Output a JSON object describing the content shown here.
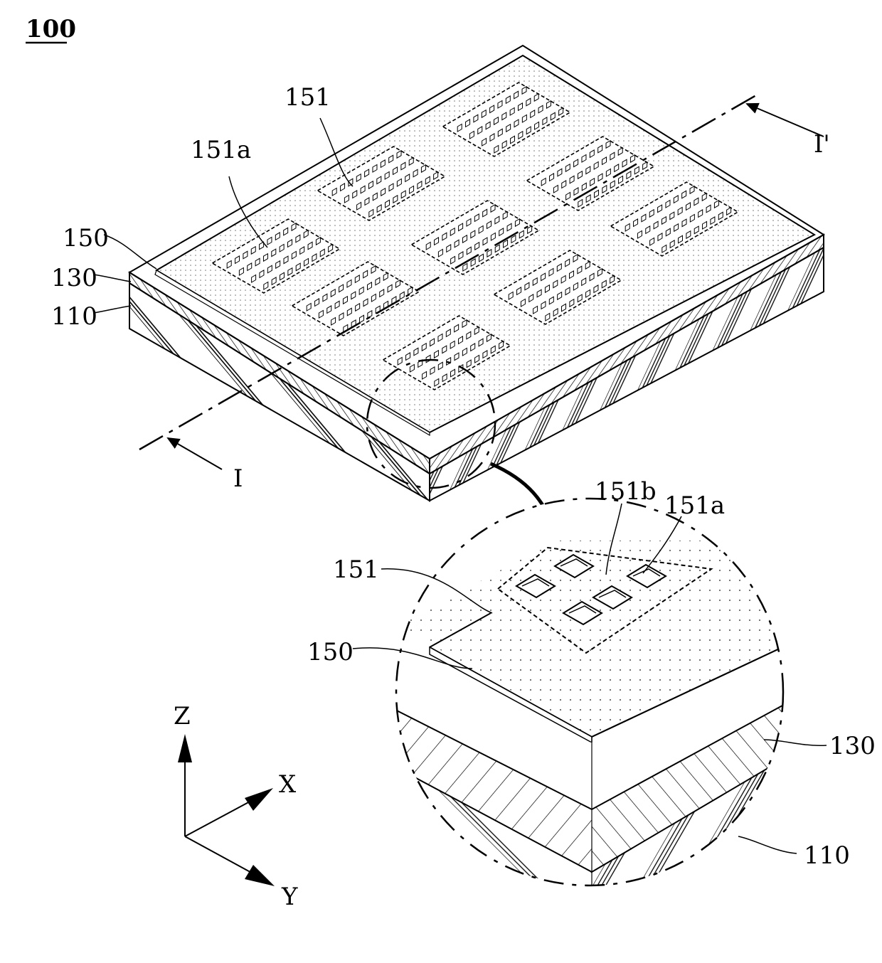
{
  "figure": {
    "number": "100",
    "section_start": "I",
    "section_end": "I'",
    "axes": {
      "z": "Z",
      "x": "X",
      "y": "Y"
    }
  },
  "main_labels": {
    "label_151": "151",
    "label_151a": "151a",
    "label_150": "150",
    "label_130": "130",
    "label_110": "110"
  },
  "detail_labels": {
    "label_151b": "151b",
    "label_151a": "151a",
    "label_151": "151",
    "label_150": "150",
    "label_130": "130",
    "label_110": "110"
  }
}
